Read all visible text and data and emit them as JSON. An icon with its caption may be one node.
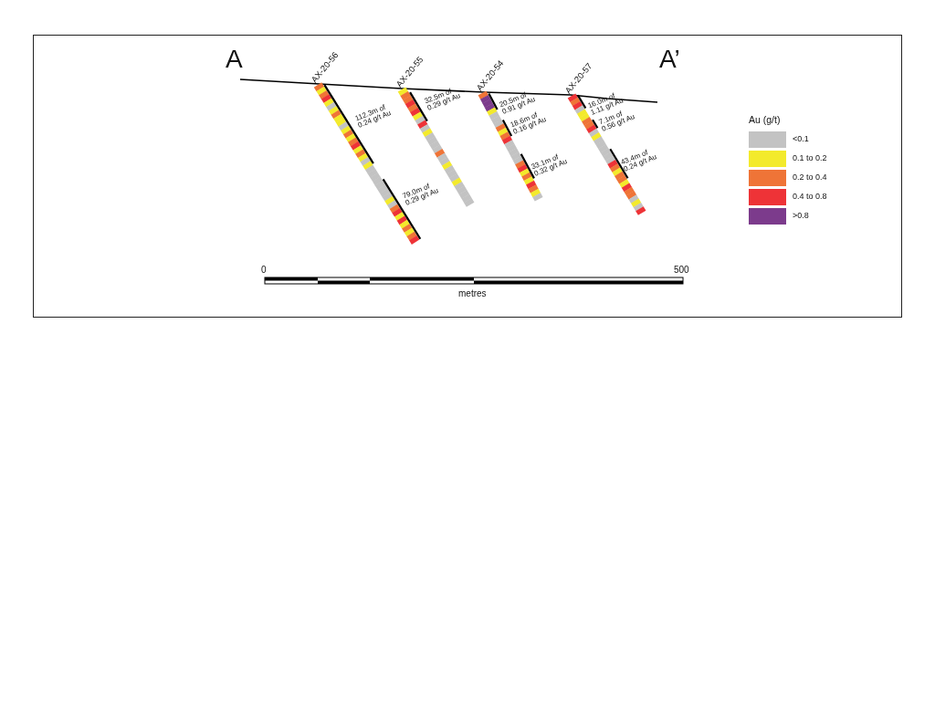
{
  "diagram": {
    "labels": [
      "A",
      "AX-20-56",
      "AX-20-55",
      "AX-20-54",
      "AX-20-57",
      "A’",
      "112.3m of 0.24 g/t Au",
      "79.0m of 0.29 g/t Au",
      "32.5m of 0.29 g/t Au",
      "20.5m of 0.91 g/t Au",
      "18.6m of 0.16 g/t Au",
      "33.1m of 0.32 g/t Au",
      "16.0m of 1.11 g/t Au",
      "7.1m of 0.56 g/t Au",
      "43.4m of 0.24 g/t Au",
      "Au (g/t)",
      "0",
      "500",
      "metres"
    ],
    "legend": [
      {
        "text": "<0.1",
        "color": "#c3c3c3"
      },
      {
        "text": "0.1 to 0.2",
        "color": "#f3ea2c"
      },
      {
        "text": "0.2 to 0.4",
        "color": "#ef7437"
      },
      {
        "text": "0.4 to 0.8",
        "color": "#ee3337"
      },
      {
        "text": ">0.8",
        "color": "#7c3b8c"
      }
    ]
  }
}
